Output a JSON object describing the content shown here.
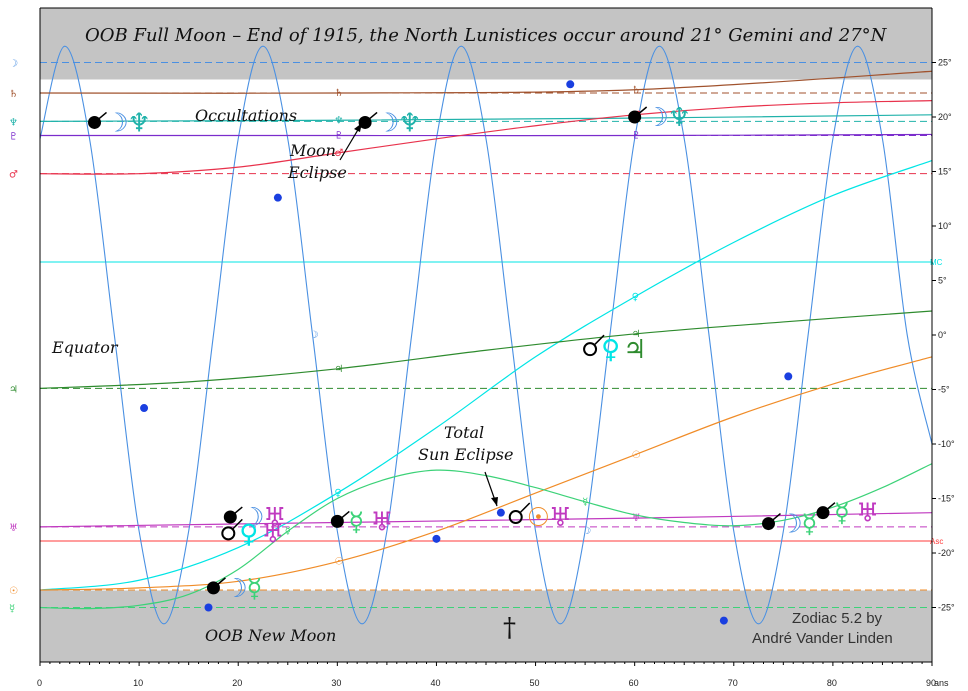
{
  "chart_data": {
    "type": "line",
    "title": "OOB Full Moon   –   End of 1915, the North Lunistices occur around 21° Gemini and 27°N",
    "xlabel": "",
    "xunit_label": "ans",
    "xlim": [
      0,
      90
    ],
    "ylim": [
      -30,
      30
    ],
    "x_ticks": [
      0,
      10,
      20,
      30,
      40,
      50,
      60,
      70,
      80,
      90
    ],
    "y_ticks": [
      25,
      20,
      15,
      10,
      5,
      0,
      -5,
      -10,
      -15,
      -20,
      -25
    ],
    "oob_band_upper": [
      23.44,
      30
    ],
    "oob_band_lower": [
      -30,
      -23.44
    ],
    "grid": false,
    "colors": {
      "moon": "#4a90e2",
      "venus": "#00e5e5",
      "mars": "#e8324c",
      "jupiter": "#2e8b2e",
      "saturn": "#a0522d",
      "uranus": "#c03ac0",
      "neptune": "#20b2aa",
      "pluto": "#7b2ccc",
      "sun": "#f08c28",
      "mercury": "#3cd278",
      "asc": "#ff3b3b",
      "band": "#c4c4c4"
    },
    "series": [
      {
        "key": "moon",
        "symbol": "☽",
        "x": [
          0,
          2.5,
          5,
          7.5,
          10,
          12.5,
          15,
          17.5,
          20,
          22.5,
          25,
          27.5,
          30,
          32.5,
          35,
          37.5,
          40,
          42.5,
          45,
          47.5,
          50,
          52.5,
          55,
          57.5,
          60,
          62.5,
          65,
          67.5,
          70,
          72.5,
          75,
          77.5,
          80,
          82.5,
          85,
          87.5,
          90
        ],
        "values": [
          18,
          26.5,
          18,
          0,
          -18,
          -26.5,
          -18,
          0,
          18,
          26.5,
          18,
          0,
          -18,
          -26.5,
          -18,
          0,
          18,
          26.5,
          18,
          0,
          -18,
          -26.5,
          -18,
          0,
          18,
          26.5,
          18,
          0,
          -18,
          -26.5,
          -18,
          0,
          18,
          26.5,
          18,
          0,
          -10
        ]
      },
      {
        "key": "saturn",
        "symbol": "♄",
        "x": [
          0,
          30,
          60,
          90
        ],
        "values": [
          22.2,
          22.2,
          22.5,
          24.2
        ]
      },
      {
        "key": "neptune",
        "symbol": "♆",
        "x": [
          0,
          30,
          60,
          90
        ],
        "values": [
          19.6,
          19.7,
          19.9,
          20.2
        ]
      },
      {
        "key": "pluto",
        "symbol": "♇",
        "x": [
          0,
          30,
          60,
          90
        ],
        "values": [
          18.3,
          18.3,
          18.3,
          18.4
        ]
      },
      {
        "key": "mars",
        "symbol": "♂",
        "x": [
          0,
          10,
          20,
          30,
          40,
          50,
          60,
          70,
          80,
          90
        ],
        "values": [
          14.8,
          14.8,
          15.4,
          16.7,
          18.0,
          19.2,
          20.2,
          20.9,
          21.3,
          21.5
        ]
      },
      {
        "key": "venus",
        "symbol": "♀",
        "x": [
          0,
          10,
          20,
          30,
          40,
          50,
          60,
          70,
          80,
          90
        ],
        "values": [
          -23.4,
          -22.5,
          -19.5,
          -14.5,
          -8.5,
          -2.0,
          3.5,
          8.5,
          12.8,
          16.0
        ]
      },
      {
        "key": "jupiter",
        "symbol": "♃",
        "x": [
          0,
          15,
          30,
          45,
          60,
          75,
          90
        ],
        "values": [
          -4.9,
          -4.3,
          -3.1,
          -1.4,
          0.1,
          1.2,
          2.2
        ]
      },
      {
        "key": "uranus",
        "symbol": "♅",
        "x": [
          0,
          30,
          60,
          90
        ],
        "values": [
          -17.6,
          -17.2,
          -16.8,
          -16.3
        ]
      },
      {
        "key": "sun",
        "symbol": "☉",
        "x": [
          0,
          10,
          20,
          30,
          40,
          50,
          60,
          70,
          80,
          90
        ],
        "values": [
          -23.4,
          -23.2,
          -22.6,
          -20.8,
          -18.0,
          -14.5,
          -11.0,
          -7.5,
          -4.5,
          -2.0
        ]
      },
      {
        "key": "mercury",
        "symbol": "☿",
        "x": [
          0,
          5,
          10,
          15,
          20,
          25,
          30,
          35,
          40,
          45,
          50,
          55,
          60,
          65,
          70,
          75,
          80,
          85,
          90
        ],
        "values": [
          -25.0,
          -25.1,
          -24.8,
          -23.8,
          -21.5,
          -18.0,
          -15.0,
          -13.2,
          -12.4,
          -12.9,
          -14.0,
          -15.3,
          -16.5,
          -17.2,
          -17.5,
          -17.0,
          -15.8,
          -14.0,
          -11.8
        ]
      }
    ],
    "reference_lines": [
      {
        "key": "asc",
        "label": "Asc",
        "y": -18.9
      },
      {
        "key": "mc",
        "label": "MC",
        "y": 6.7
      }
    ],
    "dashed_lines": [
      {
        "key": "moon",
        "y": 25
      },
      {
        "key": "saturn",
        "y": 22.2
      },
      {
        "key": "neptune",
        "y": 19.6
      },
      {
        "key": "pluto",
        "y": 18.3
      },
      {
        "key": "mars",
        "y": 14.8
      },
      {
        "key": "jupiter",
        "y": -4.9
      },
      {
        "key": "uranus",
        "y": -17.6
      },
      {
        "key": "sun",
        "y": -23.4
      },
      {
        "key": "mercury",
        "y": -25.0
      }
    ],
    "moon_dots": [
      [
        10.5,
        -6.7
      ],
      [
        24.0,
        12.6
      ],
      [
        17.0,
        -25.0
      ],
      [
        40.0,
        -18.7
      ],
      [
        46.5,
        -16.3
      ],
      [
        53.5,
        23.0
      ],
      [
        75.5,
        -3.8
      ],
      [
        69.0,
        -26.2
      ]
    ],
    "annotations": {
      "occultations": "Occultations",
      "moon_eclipse_1": "Moon",
      "moon_eclipse_2": "Eclipse",
      "equator": "Equator",
      "total_1": "Total",
      "total_2": "Sun Eclipse",
      "oob_new_moon": "OOB New Moon",
      "dagger": "†",
      "credit_1": "Zodiac 5.2 by",
      "credit_2": "André Vander Linden"
    },
    "conjunction_markers": [
      {
        "x": 5.5,
        "y": 19.5,
        "glyphs": [
          {
            "s": "☽",
            "c": "moon"
          },
          {
            "s": "♆",
            "c": "neptune"
          }
        ]
      },
      {
        "x": 32.8,
        "y": 19.5,
        "glyphs": [
          {
            "s": "☽",
            "c": "moon"
          },
          {
            "s": "♆",
            "c": "neptune"
          }
        ]
      },
      {
        "x": 60.0,
        "y": 20.0,
        "glyphs": [
          {
            "s": "☽",
            "c": "moon"
          },
          {
            "s": "♆",
            "c": "neptune"
          }
        ]
      },
      {
        "x": 19.2,
        "y": -16.7,
        "glyphs": [
          {
            "s": "☽",
            "c": "moon"
          },
          {
            "s": "♅",
            "c": "uranus"
          }
        ]
      },
      {
        "x": 17.5,
        "y": -23.2,
        "glyphs": [
          {
            "s": "☽",
            "c": "moon"
          },
          {
            "s": "☿",
            "c": "mercury"
          }
        ]
      },
      {
        "x": 30.0,
        "y": -17.1,
        "glyphs": [
          {
            "s": "☿",
            "c": "mercury"
          },
          {
            "s": "♅",
            "c": "uranus"
          }
        ]
      },
      {
        "x": 73.5,
        "y": -17.3,
        "glyphs": [
          {
            "s": "☽",
            "c": "moon"
          },
          {
            "s": "☿",
            "c": "mercury"
          }
        ]
      },
      {
        "x": 79.0,
        "y": -16.3,
        "glyphs": [
          {
            "s": "☿",
            "c": "mercury"
          },
          {
            "s": "♅",
            "c": "uranus"
          }
        ]
      }
    ],
    "open_markers": [
      {
        "x": 55.5,
        "y": -1.3,
        "glyphs": [
          {
            "s": "♀",
            "c": "venus"
          },
          {
            "s": "♃",
            "c": "jupiter"
          }
        ]
      },
      {
        "x": 19.0,
        "y": -18.2,
        "glyphs": [
          {
            "s": "♀",
            "c": "venus"
          },
          {
            "s": "♅",
            "c": "uranus"
          }
        ]
      },
      {
        "x": 48.0,
        "y": -16.7,
        "glyphs": [
          {
            "s": "☉",
            "c": "sun"
          },
          {
            "s": "♅",
            "c": "uranus"
          }
        ]
      }
    ]
  }
}
